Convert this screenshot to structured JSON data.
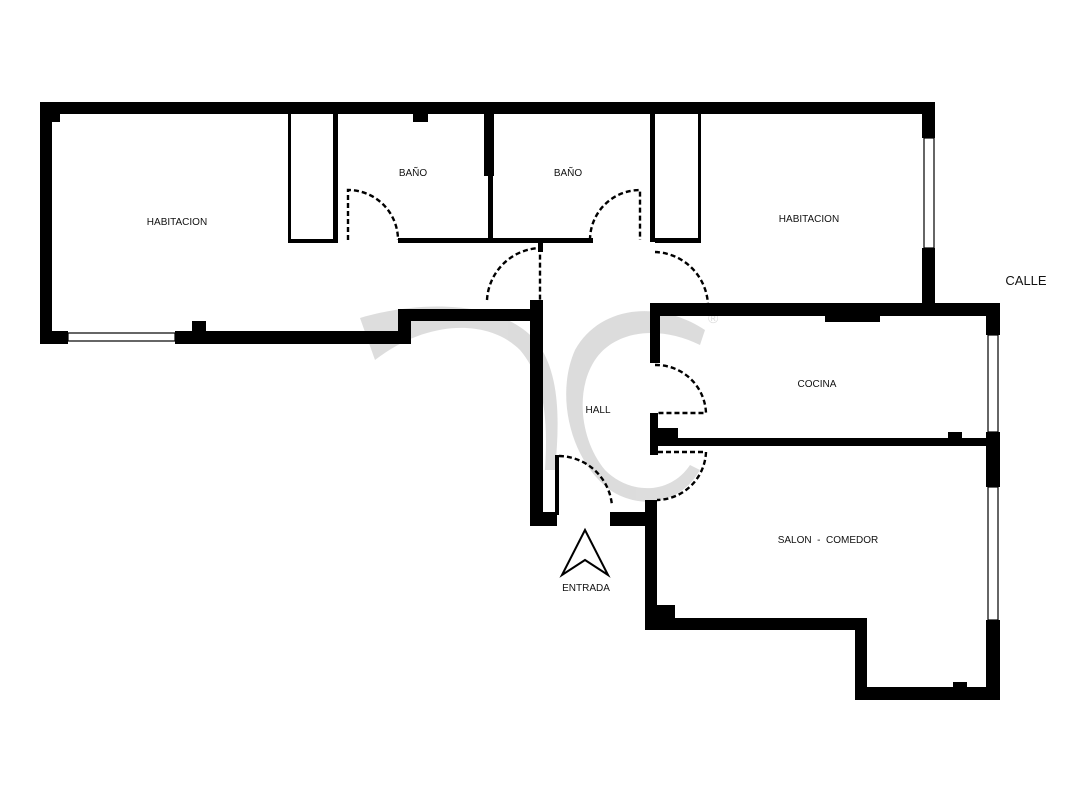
{
  "plan": {
    "street_label": "CALLE",
    "entrance_label": "ENTRADA",
    "rooms": {
      "bedroom_left": "HABITACION",
      "bath_1": "BAÑO",
      "bath_2": "BAÑO",
      "bedroom_right": "HABITACION",
      "hall": "HALL",
      "kitchen": "COCINA",
      "living_dining": "SALON  -  COMEDOR"
    },
    "watermark": {
      "color": "#d9d9d9",
      "registered_mark": "®"
    },
    "colors": {
      "wall": "#000000",
      "background": "#ffffff"
    }
  }
}
